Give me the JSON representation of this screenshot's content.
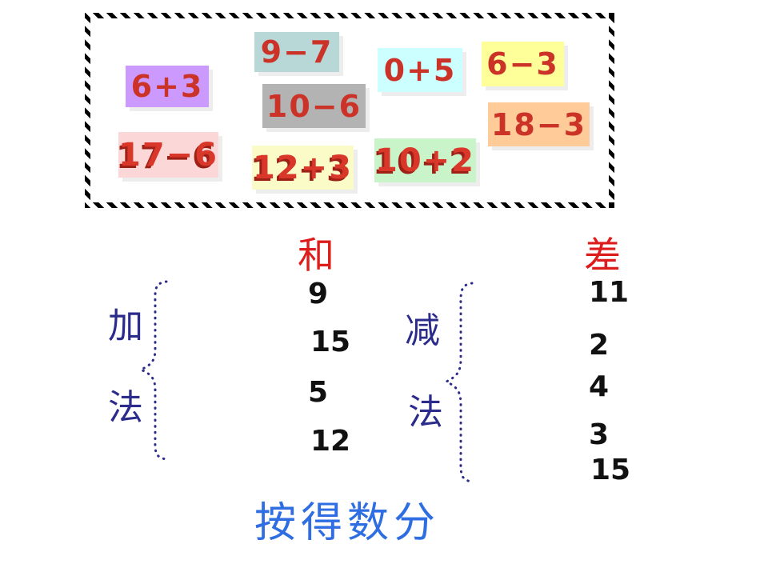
{
  "slide_title": "按得数分",
  "frame": {
    "style": "black-dashed-rectangle"
  },
  "cards": [
    {
      "label": "6+3",
      "bg": "#cc99ff",
      "text_style": "flat"
    },
    {
      "label": "9−7",
      "bg": "#b8d8d8",
      "text_style": "flat"
    },
    {
      "label": "0+5",
      "bg": "#ccffff",
      "text_style": "flat"
    },
    {
      "label": "6−3",
      "bg": "#ffff99",
      "text_style": "flat"
    },
    {
      "label": "10−6",
      "bg": "#b3b3b3",
      "text_style": "flat"
    },
    {
      "label": "18−3",
      "bg": "#ffcc99",
      "text_style": "flat"
    },
    {
      "label": "17−6",
      "bg": "#fcd7d8",
      "text_style": "3d-shadow"
    },
    {
      "label": "12+3",
      "bg": "#fbfbc8",
      "text_style": "3d-shadow"
    },
    {
      "label": "10+2",
      "bg": "#c9f3c9",
      "text_style": "3d-shadow"
    }
  ],
  "classification": {
    "addition": {
      "label_chars": [
        "加",
        "法"
      ],
      "header": "和",
      "sums": [
        "9",
        "15",
        "5",
        "12"
      ]
    },
    "subtraction": {
      "label_chars": [
        "减",
        "法"
      ],
      "header": "差",
      "differences": [
        "11",
        "2",
        "4",
        "3",
        "15"
      ]
    }
  },
  "footer": {
    "title": "按得数分"
  },
  "colors": {
    "expression_text": "#cc3328",
    "expression_text_3d": "#d8372a",
    "expression_text_3d_shadow": "#9c2015",
    "header_red": "#dd1c1c",
    "category_navy": "#2b2b8c",
    "number_black": "#111111",
    "footer_blue": "#2e6ee2",
    "frame_black": "#000000"
  }
}
